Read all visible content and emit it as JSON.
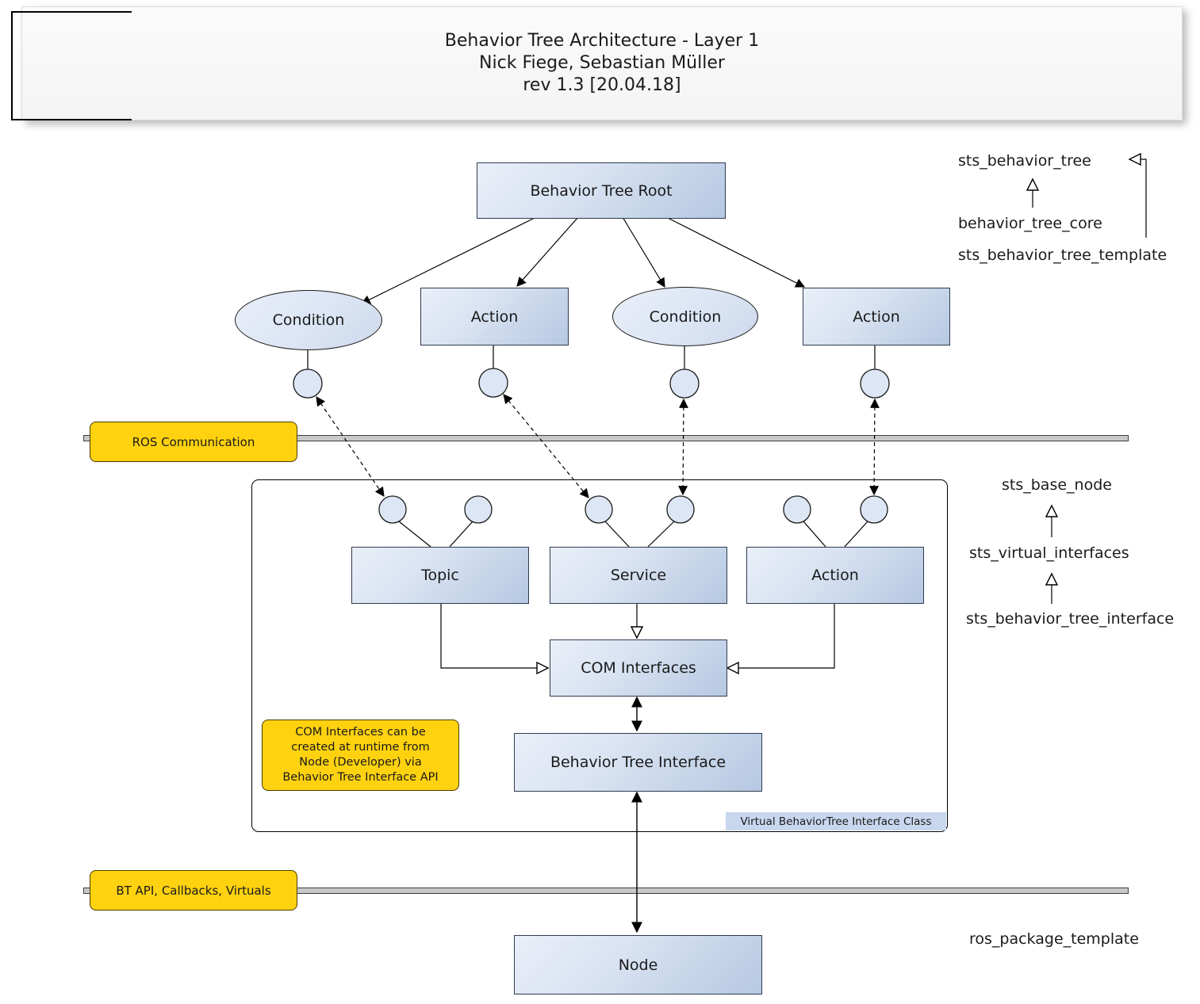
{
  "title": {
    "line1": "Behavior Tree Architecture - Layer 1",
    "line2": "Nick Fiege, Sebastian Müller",
    "line3": "rev 1.3 [20.04.18]"
  },
  "tree": {
    "root": "Behavior Tree Root",
    "condition1": "Condition",
    "action1": "Action",
    "condition2": "Condition",
    "action2": "Action"
  },
  "layer_labels": {
    "ros": "ROS Communication",
    "bt_api": "BT API, Callbacks, Virtuals"
  },
  "container": {
    "topic": "Topic",
    "service": "Service",
    "action": "Action",
    "com_interfaces": "COM Interfaces",
    "behavior_tree_interface": "Behavior Tree Interface",
    "class_label": "Virtual BehaviorTree Interface Class"
  },
  "note": {
    "line1": "COM Interfaces can be",
    "line2": "created at runtime from",
    "line3": "Node (Developer) via",
    "line4": "Behavior Tree Interface API"
  },
  "node_box": {
    "label": "Node"
  },
  "packages": {
    "sts_behavior_tree": "sts_behavior_tree",
    "behavior_tree_core": "behavior_tree_core",
    "sts_behavior_tree_template": "sts_behavior_tree_template",
    "sts_base_node": "sts_base_node",
    "sts_virtual_interfaces": "sts_virtual_interfaces",
    "sts_behavior_tree_interface": "sts_behavior_tree_interface",
    "ros_package_template": "ros_package_template"
  },
  "colors": {
    "node_fill_light": "#eaeff8",
    "node_fill_dark": "#b6c8e2",
    "node_border": "#2e3b4e",
    "yellow": "#ffd20f",
    "class_label_bg": "#c9d7ee",
    "bar_fill": "#c8c8c8"
  }
}
